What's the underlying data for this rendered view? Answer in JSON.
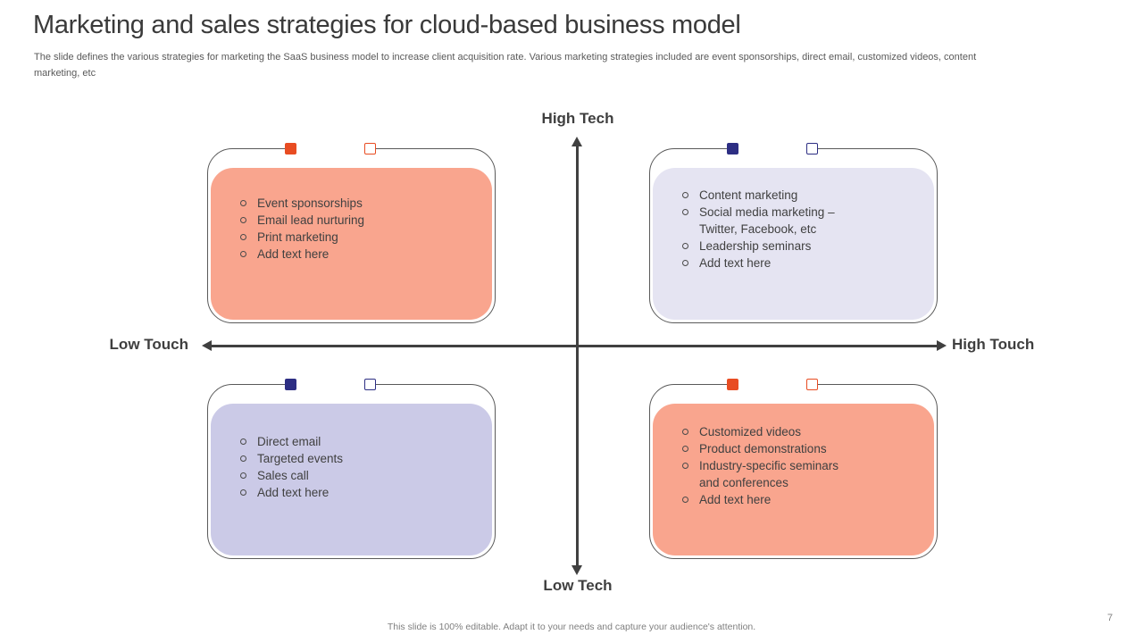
{
  "slide": {
    "title": "Marketing and sales strategies for cloud-based business model",
    "subtitle": "The slide defines the various strategies for marketing the SaaS business model to increase client acquisition rate. Various marketing strategies included are event sponsorships, direct email, customized videos, content\nmarketing, etc",
    "footer": "This slide is 100% editable. Adapt it to your needs and capture your audience's attention.",
    "page_number": "7"
  },
  "axes": {
    "top_label": "High Tech",
    "bottom_label": "Low Tech",
    "left_label": "Low Touch",
    "right_label": "High Touch",
    "axis_color": "#404040"
  },
  "colors": {
    "orange_accent": "#E84C22",
    "navy_accent": "#2D2E83",
    "salmon_fill": "#F9A58E",
    "lavender_fill": "#E5E4F2",
    "periwinkle_fill": "#CBCAE7",
    "text_dark": "#404040",
    "box_border": "#5A5A5A"
  },
  "quadrants": [
    {
      "position": "top-left",
      "accent_color": "#E84C22",
      "fill_color": "#F9A58E",
      "bullets": [
        "Event sponsorships",
        "Email lead nurturing",
        "Print marketing",
        "Add text here"
      ]
    },
    {
      "position": "top-right",
      "accent_color": "#2D2E83",
      "fill_color": "#E5E4F2",
      "bullets": [
        "Content marketing",
        "Social media marketing –\nTwitter, Facebook, etc",
        "Leadership seminars",
        "Add text here"
      ]
    },
    {
      "position": "bottom-left",
      "accent_color": "#2D2E83",
      "fill_color": "#CBCAE7",
      "bullets": [
        "Direct email",
        "Targeted events",
        "Sales call",
        "Add text here"
      ]
    },
    {
      "position": "bottom-right",
      "accent_color": "#E84C22",
      "fill_color": "#F9A58E",
      "bullets": [
        "Customized videos",
        "Product demonstrations",
        "Industry-specific seminars\nand conferences",
        "Add text here"
      ]
    }
  ]
}
